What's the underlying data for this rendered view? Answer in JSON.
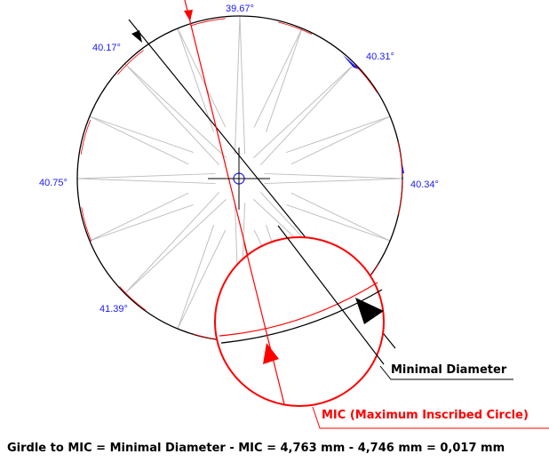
{
  "angles": {
    "top": "39.67°",
    "upper_left": "40.17°",
    "upper_right": "40.31°",
    "left": "40.75°",
    "right": "40.34°",
    "lower_left": "41.39°"
  },
  "labels": {
    "minimal_diameter": "Minimal Diameter",
    "mic": "MIC (Maximum Inscribed Circle)"
  },
  "formula": "Girdle to MIC = Minimal Diameter - MIC = 4,763 mm - 4,746 mm = 0,017 mm",
  "colors": {
    "angle": "#1a1aff",
    "mic": "#ff0000",
    "diameter": "#000000",
    "facet": "#c0c0c0"
  }
}
